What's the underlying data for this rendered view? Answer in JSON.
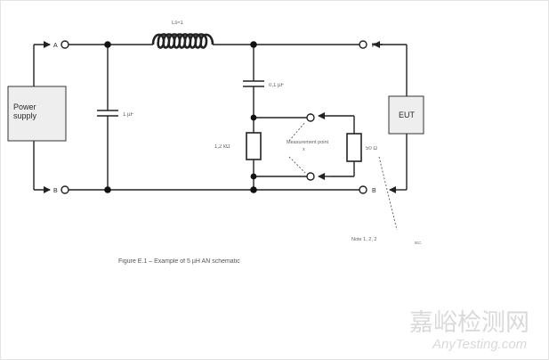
{
  "labels": {
    "inductor": "Ls≈1",
    "capacitor_left": "1 µF",
    "capacitor_right": "0,1 µF",
    "resistor_left": "1,2 kΩ",
    "resistor_right": "50 Ω",
    "measurement_point": "Measurement point",
    "measurement_point_line2": "x",
    "terminal_a": "A",
    "terminal_b": "B",
    "terminal_p": "P",
    "terminal_b_right": "B",
    "note_ref": "Note 1, 2, 2",
    "iec_mark": "IEC"
  },
  "blocks": {
    "power_supply": [
      "Power",
      "supply"
    ],
    "eut": "EUT"
  },
  "caption": "Figure E.1 – Example of 5 µH AN schematic",
  "watermark": {
    "chinese": "嘉峪检测网",
    "english": "AnyTesting.com"
  }
}
